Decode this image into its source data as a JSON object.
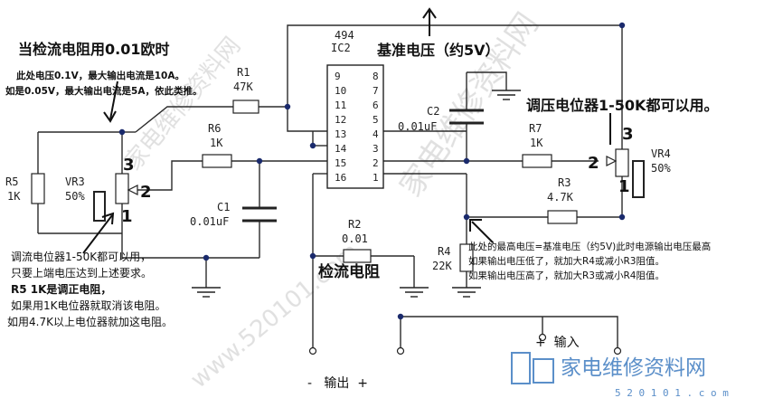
{
  "heading_left": "当检流电阻用0.01欧时",
  "note_top_1": "此处电压0.1V，最大输出电流是10A。",
  "note_top_2": "如是0.05V，最大输出电流是5A，依此类推。",
  "ic": {
    "model": "494",
    "ref": "IC2",
    "pins_left": [
      "9",
      "10",
      "11",
      "12",
      "13",
      "14",
      "15",
      "16"
    ],
    "pins_right": [
      "8",
      "7",
      "6",
      "5",
      "4",
      "3",
      "2",
      "1"
    ]
  },
  "ref_voltage_label": "基准电压（约5V）",
  "r1": {
    "ref": "R1",
    "value": "47K"
  },
  "r6": {
    "ref": "R6",
    "value": "1K"
  },
  "r5": {
    "ref": "R5",
    "value": "1K"
  },
  "vr3": {
    "ref": "VR3",
    "value": "50%"
  },
  "vr3_pins": [
    "3",
    "2",
    "1"
  ],
  "c1": {
    "ref": "C1",
    "value": "0.01uF"
  },
  "c2": {
    "ref": "C2",
    "value": "0.01uF"
  },
  "r2": {
    "ref": "R2",
    "value": "0.01"
  },
  "r7": {
    "ref": "R7",
    "value": "1K"
  },
  "r3": {
    "ref": "R3",
    "value": "4.7K"
  },
  "r4": {
    "ref": "R4",
    "value": "22K"
  },
  "vr4": {
    "ref": "VR4",
    "value": "50%"
  },
  "vr4_pins": [
    "3",
    "2",
    "1"
  ],
  "pot_right_note": "调压电位器1-50K都可以用。",
  "shunt_label": "检流电阻",
  "note_left_1": "调流电位器1-50K都可以用，",
  "note_left_2": "只要上端电压达到上述要求。",
  "note_left_3": "R5 1K是调正电阻，",
  "note_left_4": "如果用1K电位器就取消该电阻。",
  "note_left_5": "如用4.7K以上电位器就加这电阻。",
  "note_right_1": "此处的最高电压=基准电压（约5V)此时电源输出电压最高",
  "note_right_2": "如果输出电压低了，就加大R4或减小R3阻值。",
  "note_right_3": "如果输出电压高了，就加大R3或减小R4阻值。",
  "output_label": "-   输出  +",
  "input_label": "+  输入",
  "watermark_brand": "家电维修资料网",
  "watermark_url": "www.520101.com",
  "logo_text": "家电维修资料网",
  "logo_url": "5 2 0 1 0 1 . c o m"
}
